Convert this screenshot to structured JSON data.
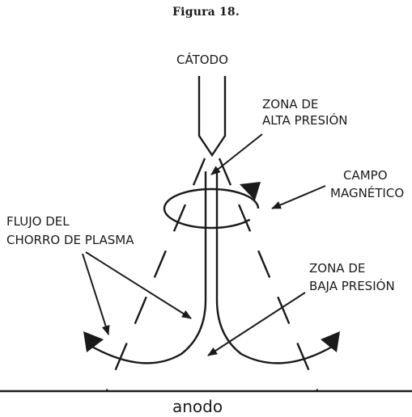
{
  "figure": {
    "caption": "Figura 18.",
    "labels": {
      "cathode": "CÁTODO",
      "high_pressure_1": "ZONA DE",
      "high_pressure_2": "ALTA PRESIÓN",
      "magnetic_field_1": "CAMPO",
      "magnetic_field_2": "MAGNÉTICO",
      "plasma_flow_1": "FLUJO DEL",
      "plasma_flow_2": "CHORRO DE PLASMA",
      "low_pressure_1": "ZONA DE",
      "low_pressure_2": "BAJA PRESIÓN",
      "anode": "anodo"
    }
  }
}
